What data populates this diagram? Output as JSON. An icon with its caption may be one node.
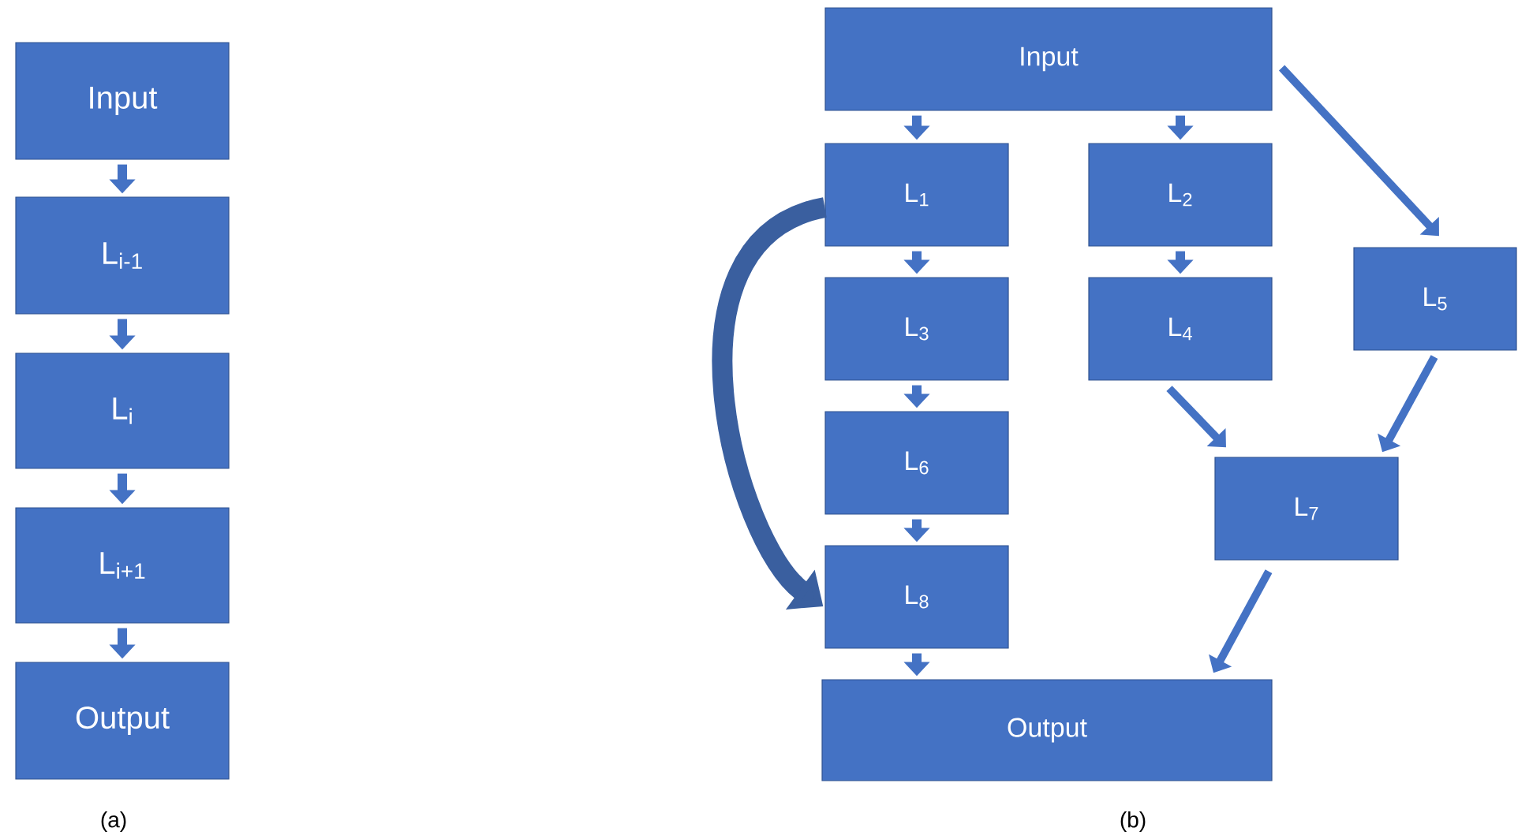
{
  "diagram": {
    "nodes": [
      {
        "text": [
          "Input"
        ]
      },
      {
        "text": [
          "L$_{i-1}$"
        ]
      },
      {
        "text": [
          "L$_{i}$"
        ]
      },
      {
        "text": [
          "L$_{i+1}$"
        ]
      },
      {
        "text": [
          "Output"
        ]
      },
      {
        "text": [
          "Input"
        ]
      },
      {
        "text": [
          "L$_{1}$"
        ]
      },
      {
        "text": [
          "L$_{2}$"
        ]
      },
      {
        "text": [
          "L$_{5}$"
        ]
      },
      {
        "text": [
          "L$_{3}$"
        ]
      },
      {
        "text": [
          "L$_{4}$"
        ]
      },
      {
        "text": [
          "L$_{6}$"
        ]
      },
      {
        "text": [
          "L$_{7}$"
        ]
      },
      {
        "text": [
          "L$_{8}$"
        ]
      },
      {
        "text": [
          "Output"
        ]
      }
    ],
    "edges": [
      {
        "from": 0,
        "to": 1,
        "arrow": "to"
      },
      {
        "from": 1,
        "to": 2,
        "arrow": "to"
      },
      {
        "from": 2,
        "to": 3,
        "arrow": "to"
      },
      {
        "from": 3,
        "to": 4,
        "arrow": "to"
      },
      {
        "from": 5,
        "to": 6,
        "arrow": "to"
      },
      {
        "from": 5,
        "to": 7,
        "arrow": "to"
      },
      {
        "from": 5,
        "to": 8,
        "arrow": "to"
      },
      {
        "from": 6,
        "to": 9,
        "arrow": "to"
      },
      {
        "from": 7,
        "to": 10,
        "arrow": "to"
      },
      {
        "from": 9,
        "to": 11,
        "arrow": "to"
      },
      {
        "from": 10,
        "to": 12,
        "arrow": "to"
      },
      {
        "from": 8,
        "to": 12,
        "arrow": "to"
      },
      {
        "from": 11,
        "to": 13,
        "arrow": "to"
      },
      {
        "from": 12,
        "to": 14,
        "arrow": "to"
      },
      {
        "from": 13,
        "to": 14,
        "arrow": "to"
      },
      {
        "from": 6,
        "to": 13,
        "arrow": "to",
        "style": "thick",
        "color": "#3a5f9f"
      }
    ],
    "labels": [
      "(a)",
      "(b)"
    ]
  }
}
